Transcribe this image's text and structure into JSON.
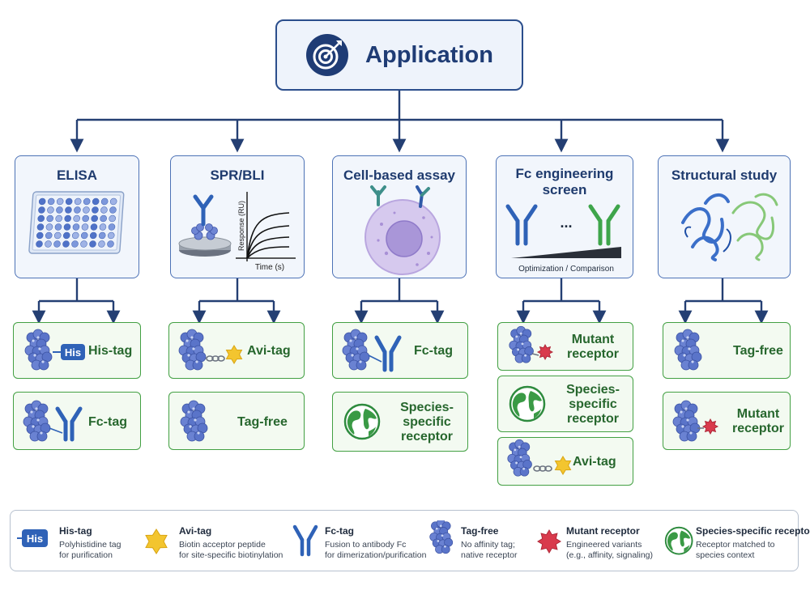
{
  "root": {
    "title": "Application"
  },
  "categories": [
    {
      "title": "ELISA"
    },
    {
      "title": "SPR/BLI",
      "ylabel": "Response (RU)",
      "xlabel": "Time (s)"
    },
    {
      "title": "Cell-based assay"
    },
    {
      "title": "Fc engineering\nscreen",
      "ellipsis": "...",
      "caption": "Optimization / Comparison"
    },
    {
      "title": "Structural study"
    }
  ],
  "leaves": [
    [
      {
        "label": "His-tag",
        "icon": "his-tag-icon",
        "badge": "His"
      },
      {
        "label": "Fc-tag",
        "icon": "fc-tag-icon"
      }
    ],
    [
      {
        "label": "Avi-tag",
        "icon": "avi-tag-icon"
      },
      {
        "label": "Tag-free",
        "icon": "protein-icon"
      }
    ],
    [
      {
        "label": "Fc-tag",
        "icon": "fc-tag-icon"
      },
      {
        "label": "Species-\nspecific\nreceptor",
        "icon": "globe-icon"
      }
    ],
    [
      {
        "label": "Mutant\nreceptor",
        "icon": "mutant-receptor-icon"
      },
      {
        "label": "Species-\nspecific\nreceptor",
        "icon": "globe-icon"
      },
      {
        "label": "Avi-tag",
        "icon": "avi-tag-icon"
      }
    ],
    [
      {
        "label": "Tag-free",
        "icon": "protein-icon"
      },
      {
        "label": "Mutant\nreceptor",
        "icon": "mutant-receptor-icon"
      }
    ]
  ],
  "legend": [
    {
      "title": "His-tag",
      "desc": "Polyhistidine tag\nfor purification",
      "icon": "his-badge-icon",
      "badge": "His"
    },
    {
      "title": "Avi-tag",
      "desc": "Biotin acceptor peptide\nfor site-specific biotinylation",
      "icon": "yellow-star-icon"
    },
    {
      "title": "Fc-tag",
      "desc": "Fusion to antibody Fc\nfor dimerization/purification",
      "icon": "antibody-icon"
    },
    {
      "title": "Tag-free",
      "desc": "No affinity tag;\nnative receptor",
      "icon": "protein-icon"
    },
    {
      "title": "Mutant receptor",
      "desc": "Engineered variants\n(e.g., affinity, signaling)",
      "icon": "red-star-icon"
    },
    {
      "title": "Species-specific receptor",
      "desc": "Receptor matched to\nspecies context",
      "icon": "globe-icon"
    }
  ],
  "colors": {
    "navy": "#1f3c75",
    "connector": "#243f73",
    "category_border": "#4d72b6",
    "leaf_border": "#43a043",
    "leaf_text": "#27672e",
    "protein_blue": "#5a74c9",
    "antibody_blue": "#2f62b7",
    "antibody_green": "#3ea54b",
    "avi_yellow": "#f3c52f",
    "mutant_red": "#d93a4c",
    "cell_purple": "#c9b8e6"
  }
}
